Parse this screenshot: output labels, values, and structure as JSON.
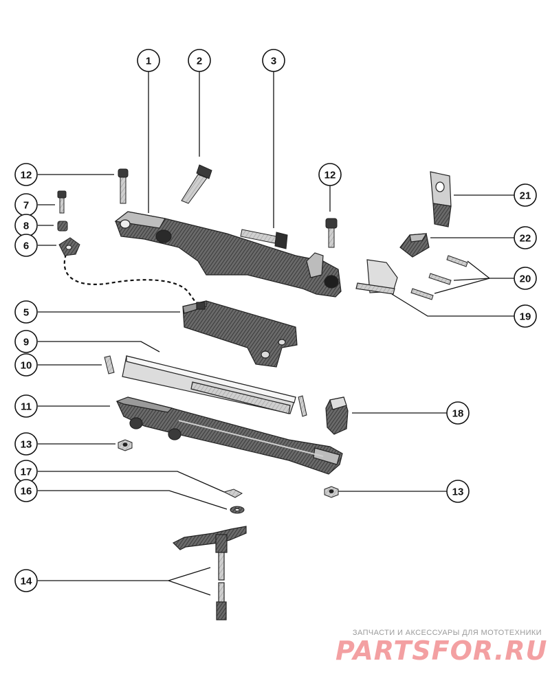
{
  "diagram": {
    "callouts": [
      "1",
      "2",
      "3",
      "12",
      "12",
      "7",
      "8",
      "6",
      "5",
      "9",
      "10",
      "11",
      "13",
      "17",
      "16",
      "14",
      "21",
      "22",
      "20",
      "19",
      "18",
      "13"
    ]
  },
  "watermark": {
    "tagline": "ЗАПЧАСТИ И АКСЕССУАРЫ ДЛЯ МОТОТЕХНИКИ",
    "brand": "PARTSFOR.RU"
  },
  "colors": {
    "ink": "#111111",
    "part_dark": "#3a3a3a",
    "part_mid": "#8a8a8a",
    "part_light": "#d6d6d6",
    "watermark": "#f3a0a2"
  }
}
